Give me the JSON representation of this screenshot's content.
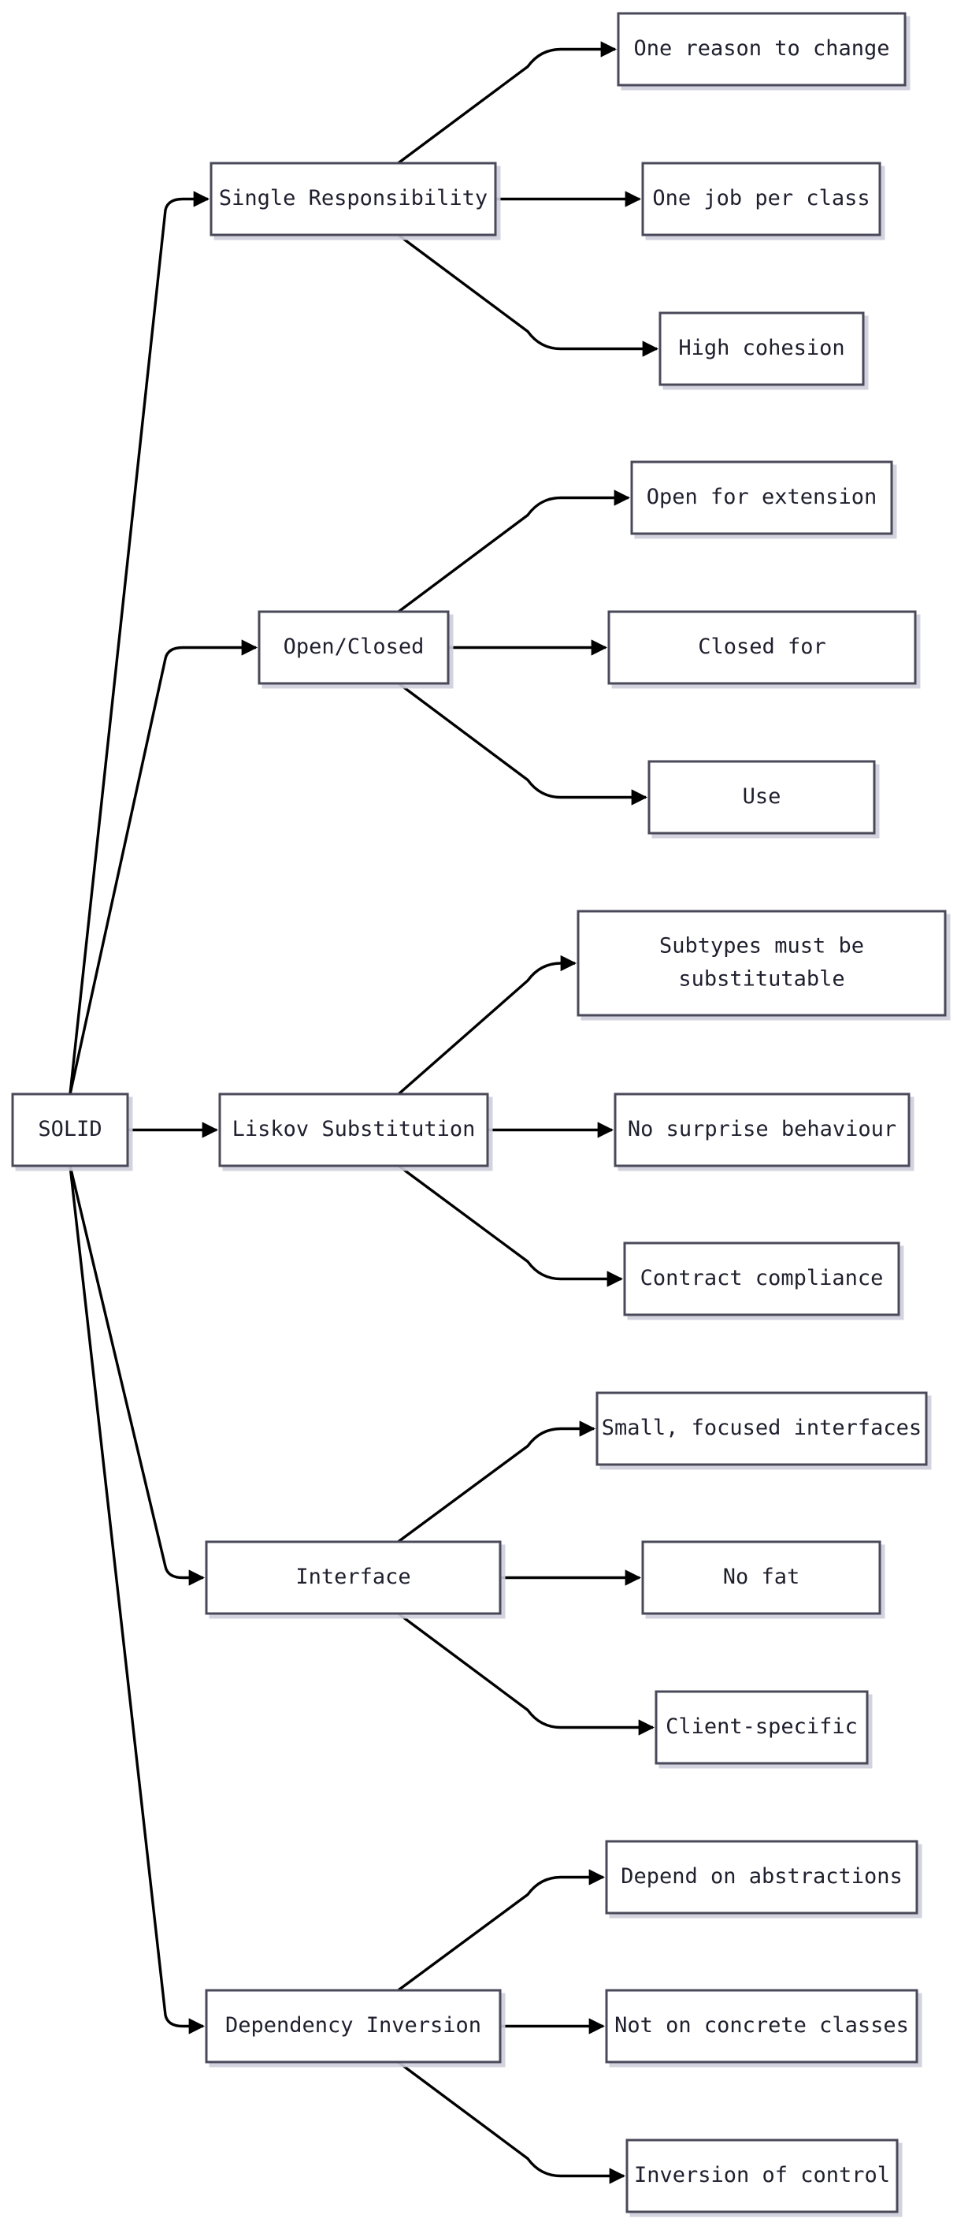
{
  "root": {
    "label": "SOLID"
  },
  "principles": [
    {
      "label": "Single Responsibility",
      "children": [
        "One reason to change",
        "One job per class",
        "High cohesion"
      ]
    },
    {
      "label": "Open/Closed",
      "children": [
        "Open for extension",
        "Closed for",
        "Use"
      ]
    },
    {
      "label": "Liskov Substitution",
      "children": [
        [
          "Subtypes must be",
          "substitutable"
        ],
        "No surprise behaviour",
        "Contract compliance"
      ]
    },
    {
      "label": "Interface",
      "children": [
        "Small, focused interfaces",
        "No fat",
        "Client-specific"
      ]
    },
    {
      "label": "Dependency Inversion",
      "children": [
        "Depend on abstractions",
        "Not on concrete classes",
        "Inversion of control"
      ]
    }
  ]
}
